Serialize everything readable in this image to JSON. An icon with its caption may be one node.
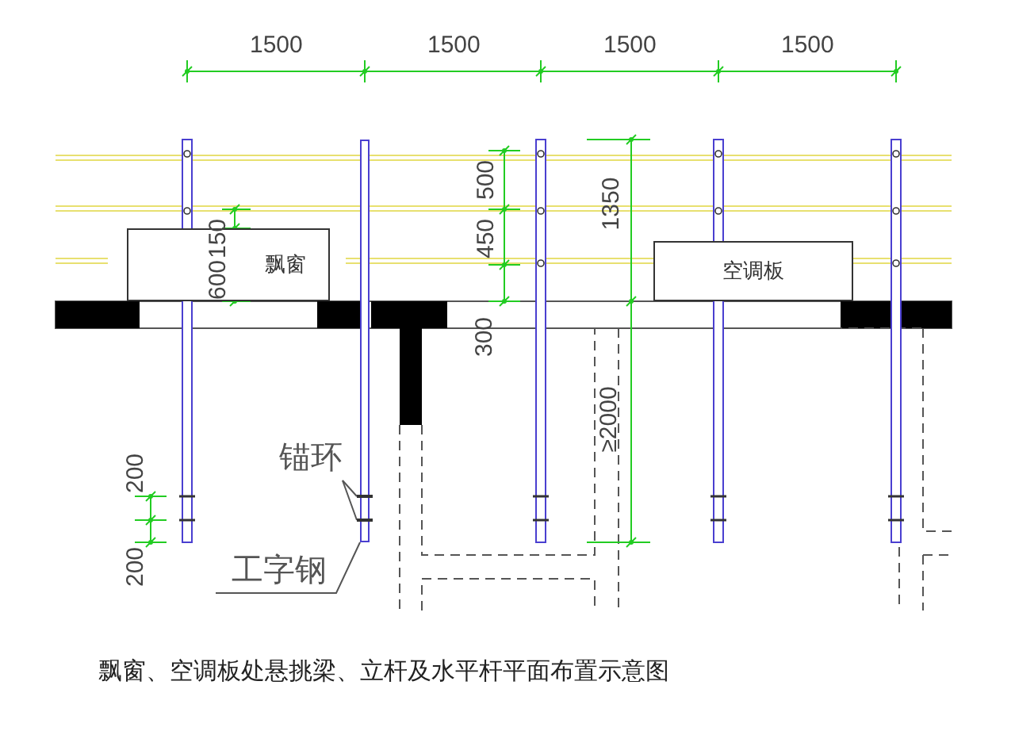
{
  "diagram": {
    "caption": "飘窗、空调板处悬挑梁、立杆及水平杆平面布置示意图",
    "nodes": [
      {
        "text": [
          "飘窗"
        ]
      },
      {
        "text": [
          "空调板"
        ]
      },
      {
        "text": [
          "锚环"
        ]
      },
      {
        "text": [],
        "shape": "box"
      },
      {
        "text": [],
        "shape": "box"
      },
      {
        "text": [
          "工字钢"
        ]
      },
      {
        "text": [],
        "shape": "bar"
      }
    ],
    "edges": [
      {
        "from": 2,
        "to": 3,
        "arrow": "none"
      },
      {
        "from": 2,
        "to": 4,
        "arrow": "none"
      },
      {
        "from": 5,
        "to": 6,
        "arrow": "none"
      }
    ],
    "labels": [
      "1500",
      "1500",
      "1500",
      "1500",
      "500",
      "450",
      "1350",
      "150",
      "600",
      "300",
      "≥2000",
      "200",
      "200"
    ]
  }
}
